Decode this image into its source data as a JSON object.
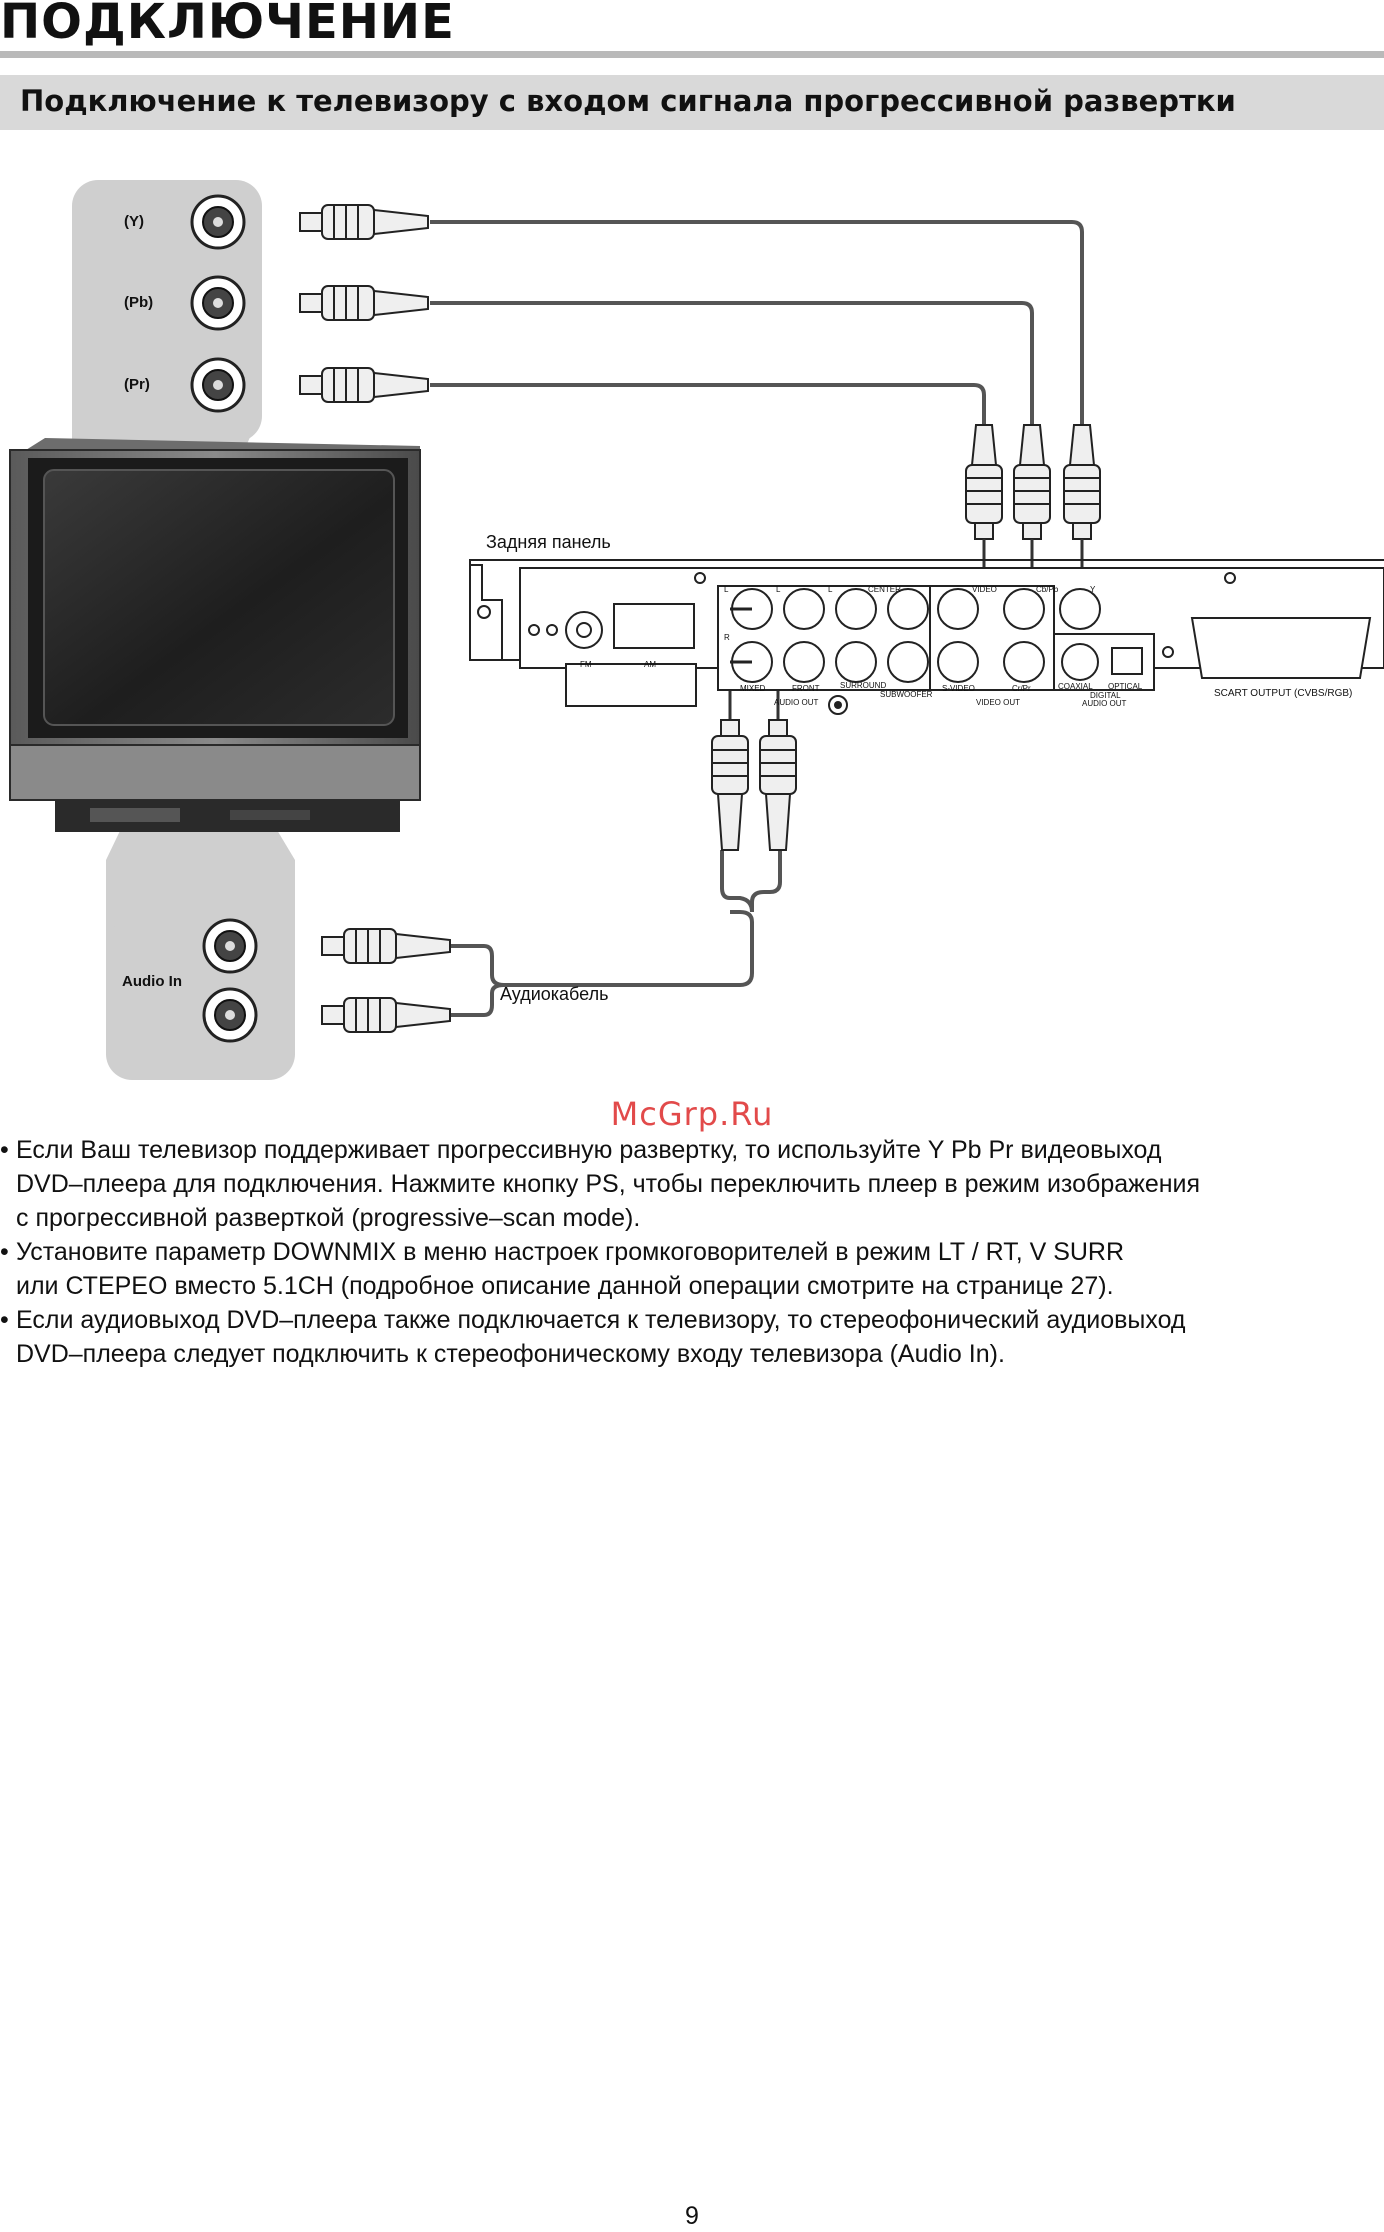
{
  "header": {
    "title": "ПОДКЛЮЧЕНИЕ",
    "subtitle": "Подключение к телевизору с входом сигнала прогрессивной развертки"
  },
  "diagram": {
    "tv_component_labels": [
      "(Y)",
      "(Pb)",
      "(Pr)"
    ],
    "tv_audio_label": "Audio In",
    "rear_panel_label": "Задняя панель",
    "audio_cable_label": "Аудиокабель",
    "panel_labels": {
      "fm": "FM",
      "am": "AM",
      "l1": "L",
      "l2": "L",
      "l3": "L",
      "center": "CENTER",
      "r": "R",
      "mixed": "MIXED",
      "front": "FRONT",
      "surround": "SURROUND",
      "subwoofer": "SUBWOOFER",
      "audio_out": "AUDIO OUT",
      "video": "VIDEO",
      "cbpb": "Cb/Pb",
      "y": "Y",
      "svideo": "S-VIDEO",
      "crpr": "Cr/Pr",
      "video_out": "VIDEO OUT",
      "coaxial": "COAXIAL",
      "optical": "OPTICAL",
      "digital": "DIGITAL",
      "digital_audio_out": "AUDIO OUT",
      "scart": "SCART  OUTPUT  (CVBS/RGB)"
    }
  },
  "watermark": "McGrp.Ru",
  "notes": [
    {
      "lines": [
        "Если Ваш телевизор поддерживает прогрессивную развертку, то используйте Y Pb Pr видеовыход",
        "DVD–плеера для подключения. Нажмите кнопку PS, чтобы переключить плеер в режим изображения",
        "с прогрессивной разверткой (progressive–scan mode)."
      ]
    },
    {
      "lines": [
        "Установите параметр DOWNMIX в меню настроек громкоговорителей в режим LT / RT, V SURR",
        "или СТЕРЕО вместо 5.1CH (подробное описание данной операции смотрите на странице 27)."
      ]
    },
    {
      "lines": [
        "Если аудиовыход DVD–плеера также подключается к телевизору, то стереофонический аудиовыход",
        "DVD–плеера следует подключить к стереофоническому входу телевизора (Audio In)."
      ]
    }
  ],
  "page_number": "9"
}
